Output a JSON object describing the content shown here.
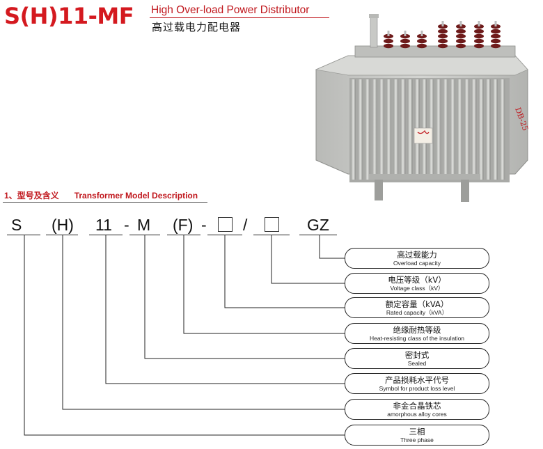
{
  "header": {
    "model": "S(H)11-MF",
    "title_en": "High Over-load Power Distributor",
    "title_zh": "高过载电力配电器"
  },
  "photo": {
    "nameplate_text": "DB-25"
  },
  "section": {
    "label_zh": "1、型号及含义",
    "label_en": "Transformer Model Description"
  },
  "model_code": {
    "s": "S",
    "h": "(H)",
    "level": "11",
    "dash1": "-",
    "m": "M",
    "f": "(F)",
    "dash2": "-",
    "slash": "/",
    "gz": "GZ"
  },
  "meanings": [
    {
      "zh": "高过载能力",
      "en": "Overload capacity"
    },
    {
      "zh": "电压等级（kV）",
      "en": "Voltage class（kV）"
    },
    {
      "zh": "额定容量（kVA）",
      "en": "Rated capacity（kVA）"
    },
    {
      "zh": "绝缘耐热等级",
      "en": "Heat-resisting class of the insulation"
    },
    {
      "zh": "密封式",
      "en": "Sealed"
    },
    {
      "zh": "产品损耗水平代号",
      "en": "Symbol for product loss level"
    },
    {
      "zh": "非金合晶铁芯",
      "en": "amorphous alloy cores"
    },
    {
      "zh": "三相",
      "en": "Three phase"
    }
  ],
  "colors": {
    "brand_red": "#d4191f",
    "transformer_body": "#c9cac7"
  }
}
